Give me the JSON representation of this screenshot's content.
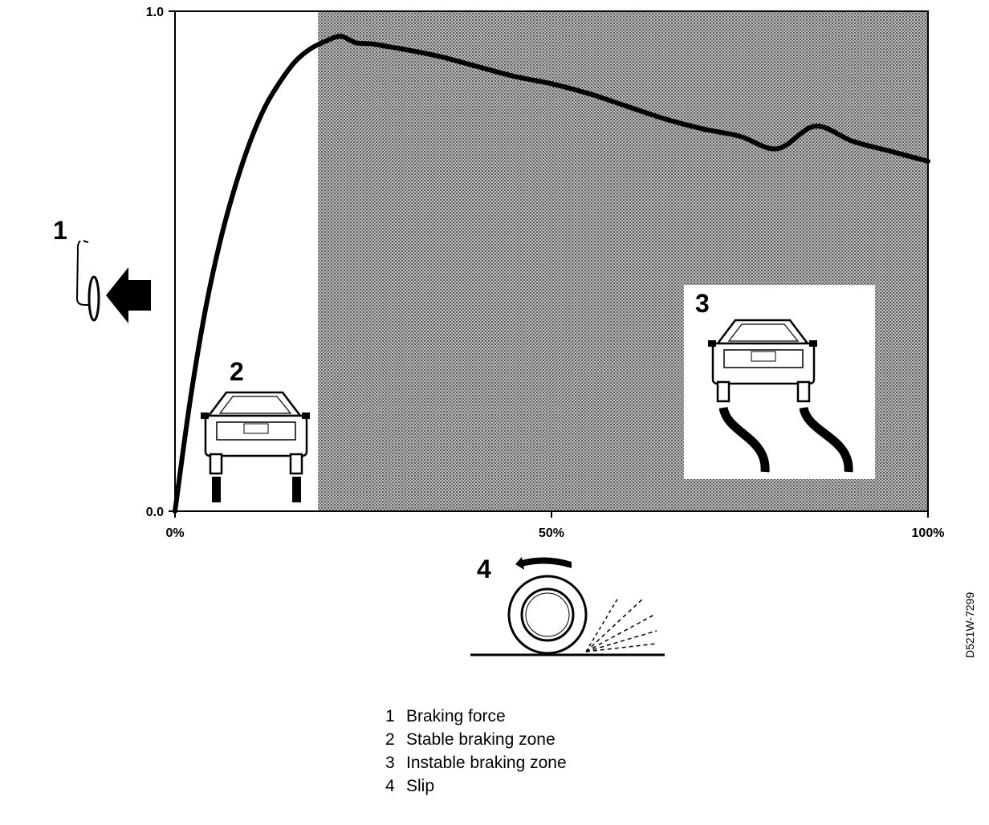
{
  "chart_data": {
    "type": "line",
    "title": "",
    "xlabel": "",
    "ylabel": "",
    "xlim": [
      0,
      100
    ],
    "ylim": [
      0.0,
      1.0
    ],
    "x_ticks": [
      {
        "value": 0,
        "label": "0%"
      },
      {
        "value": 50,
        "label": "50%"
      },
      {
        "value": 100,
        "label": "100%"
      }
    ],
    "y_ticks": [
      {
        "value": 0.0,
        "label": "0.0"
      },
      {
        "value": 1.0,
        "label": "1.0"
      }
    ],
    "grid": false,
    "series": [
      {
        "name": "",
        "x": [
          0,
          2,
          4,
          6,
          8,
          10,
          12,
          14,
          16,
          18,
          20,
          22,
          24,
          26,
          28,
          30,
          35,
          40,
          45,
          50,
          55,
          60,
          65,
          70,
          75,
          80,
          85,
          90,
          95,
          100
        ],
        "y": [
          0.0,
          0.22,
          0.4,
          0.54,
          0.65,
          0.74,
          0.81,
          0.86,
          0.9,
          0.925,
          0.94,
          0.95,
          0.937,
          0.935,
          0.93,
          0.925,
          0.91,
          0.89,
          0.87,
          0.855,
          0.835,
          0.81,
          0.785,
          0.765,
          0.75,
          0.725,
          0.77,
          0.74,
          0.72,
          0.7
        ]
      }
    ],
    "zones": [
      {
        "id": "2",
        "x_range": [
          0,
          19
        ],
        "shaded": false
      },
      {
        "id": "3",
        "x_range": [
          19,
          100
        ],
        "shaded": true
      }
    ],
    "callouts": [
      "1",
      "2",
      "3",
      "4"
    ],
    "legend": {
      "placement": "bottom",
      "entries": [
        {
          "num": "1",
          "label": "Braking force"
        },
        {
          "num": "2",
          "label": "Stable braking zone"
        },
        {
          "num": "3",
          "label": "Instable braking zone"
        },
        {
          "num": "4",
          "label": "Slip"
        }
      ]
    },
    "figure_code": "D521W-7299"
  }
}
